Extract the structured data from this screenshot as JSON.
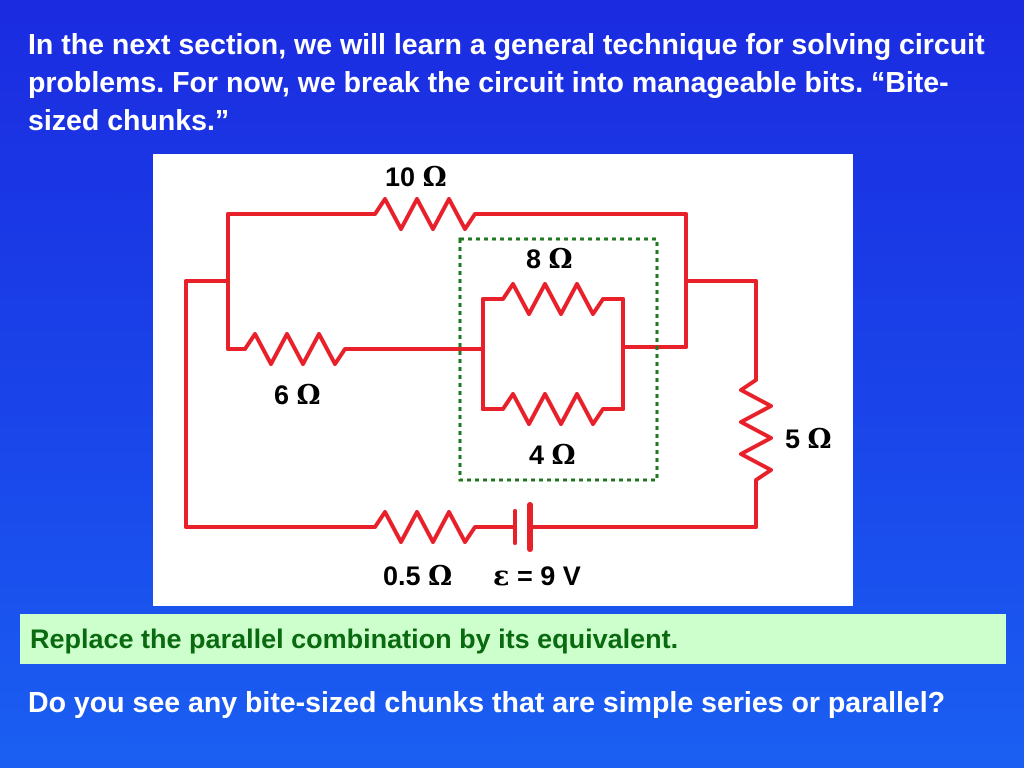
{
  "slide": {
    "intro_text": "In the next section, we will learn a general technique for solving circuit problems.  For now, we break the circuit into manageable bits.  “Bite-sized chunks.”",
    "callout_text": "Replace the parallel combination by its equivalent.",
    "question_text": "Do you see any bite-sized chunks that are simple series or parallel?"
  },
  "circuit": {
    "wire_color": "#e8202a",
    "highlight_box_color": "#1f7a1f",
    "omega_symbol": "Ω",
    "epsilon_symbol": "ε",
    "resistors": {
      "r10": {
        "value": "10"
      },
      "r8": {
        "value": "8"
      },
      "r6": {
        "value": "6"
      },
      "r4": {
        "value": "4"
      },
      "r5": {
        "value": "5"
      },
      "r05": {
        "value": "0.5"
      }
    },
    "emf": {
      "value": "= 9 V"
    }
  }
}
